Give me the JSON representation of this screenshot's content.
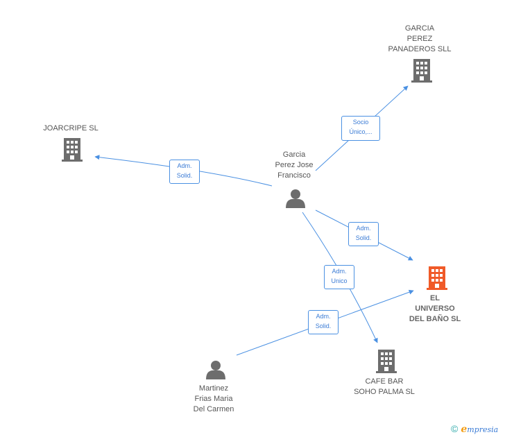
{
  "colors": {
    "edge": "#4a90e2",
    "company": "#6d6d6d",
    "company_main": "#f05a28",
    "person": "#6d6d6d"
  },
  "nodes": {
    "garcia_perez_panaderos": {
      "lines": [
        "GARCIA",
        "PEREZ",
        "PANADEROS SLL"
      ],
      "icon": "building-icon"
    },
    "joarcripe": {
      "lines": [
        "JOARCRIPE SL"
      ],
      "icon": "building-icon"
    },
    "garcia_perez_jose": {
      "lines": [
        "Garcia",
        "Perez Jose",
        "Francisco"
      ],
      "icon": "person-icon"
    },
    "el_universo": {
      "lines": [
        "EL",
        "UNIVERSO",
        "DEL BAÑO SL"
      ],
      "icon": "building-icon"
    },
    "cafe_bar": {
      "lines": [
        "CAFE BAR",
        "SOHO PALMA SL"
      ],
      "icon": "building-icon"
    },
    "martinez": {
      "lines": [
        "Martinez",
        "Frias Maria",
        "Del Carmen"
      ],
      "icon": "person-icon"
    }
  },
  "edges": {
    "socio_unico": {
      "lines": [
        "Socio",
        "Único,..."
      ]
    },
    "adm_solid_joarcripe": {
      "lines": [
        "Adm.",
        "Solid."
      ]
    },
    "adm_solid_universo": {
      "lines": [
        "Adm.",
        "Solid."
      ]
    },
    "adm_unico_cafe": {
      "lines": [
        "Adm.",
        "Unico"
      ]
    },
    "adm_solid_martinez": {
      "lines": [
        "Adm.",
        "Solid."
      ]
    }
  },
  "footer": {
    "copyright": "©",
    "brand_first": "e",
    "brand_rest": "mpresia"
  }
}
